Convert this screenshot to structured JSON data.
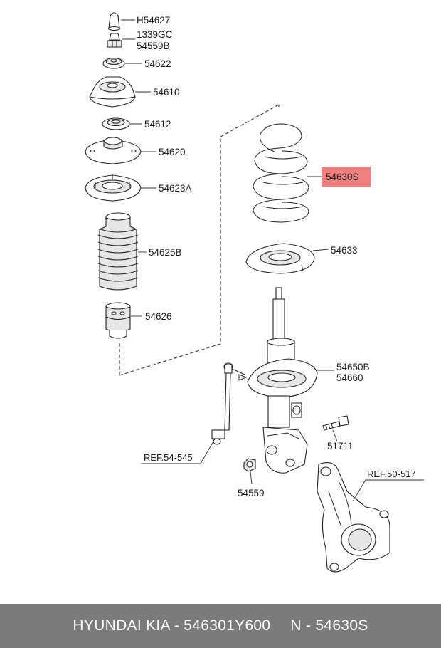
{
  "labels": {
    "h54627": "H54627",
    "p1339gc": "1339GC",
    "p54559b": "54559B",
    "p54622": "54622",
    "p54610": "54610",
    "p54612": "54612",
    "p54620": "54620",
    "p54623a": "54623A",
    "p54625b": "54625B",
    "p54626": "54626",
    "p54630s": "54630S",
    "p54633": "54633",
    "p54650b": "54650B",
    "p54660": "54660",
    "p51711": "51711",
    "p54559": "54559",
    "ref54545": "REF.54-545",
    "ref50517": "REF.50-517"
  },
  "highlight_color": "#f08080",
  "footer": {
    "brand": "HYUNDAI  KIA - 546301Y600",
    "part": "N - 54630S"
  }
}
